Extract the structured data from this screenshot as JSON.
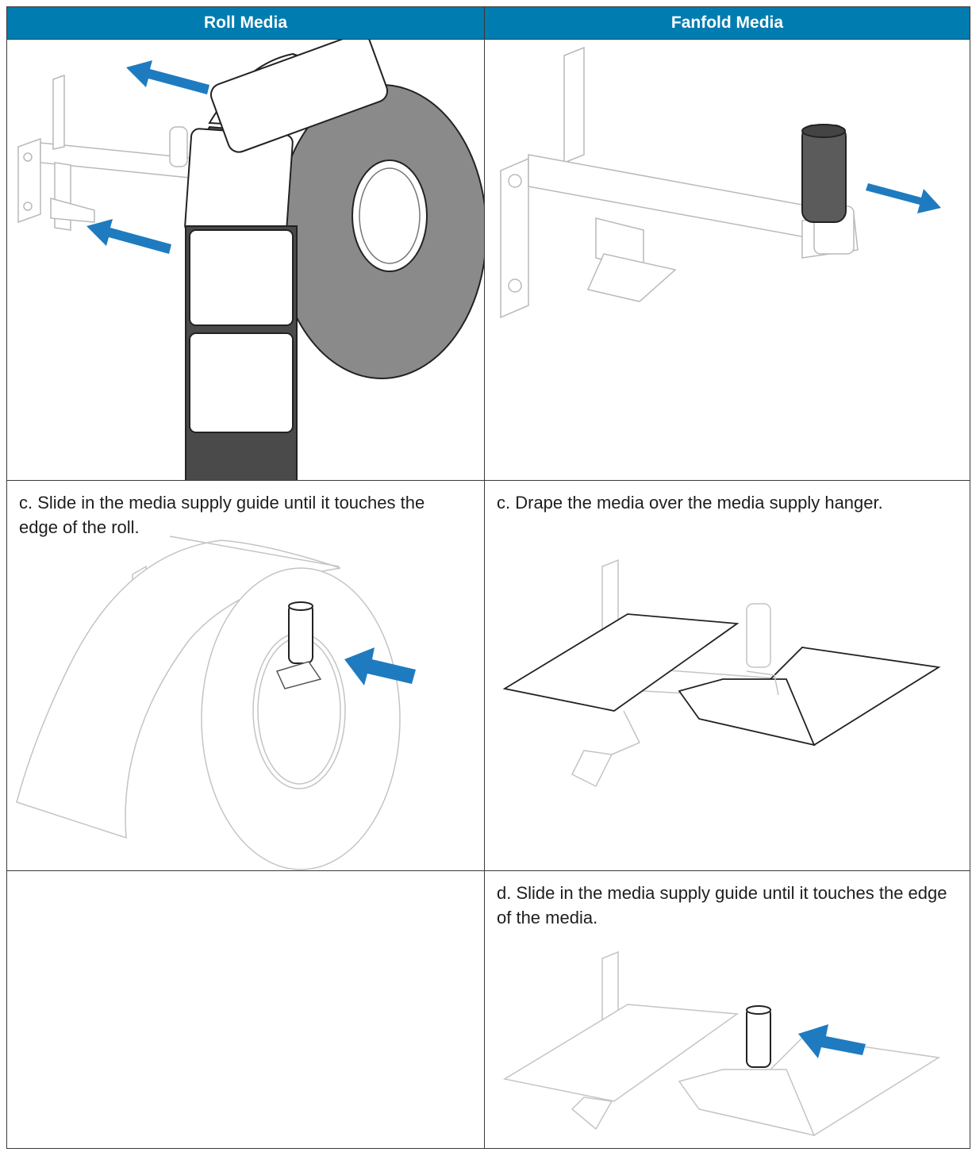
{
  "headers": {
    "roll": "Roll Media",
    "fanfold": "Fanfold Media"
  },
  "steps": {
    "roll_c": "c. Slide in the media supply guide until it touches the edge of the roll.",
    "fanfold_c": "c. Drape the media over the media supply hanger.",
    "fanfold_d": "d. Slide in the media supply guide until it touches the edge of the media."
  },
  "colors": {
    "header_bg": "#007cb0",
    "arrow": "#1f7bbf",
    "roll_side": "#8a8a8a",
    "post_dark": "#5b5b5b"
  }
}
